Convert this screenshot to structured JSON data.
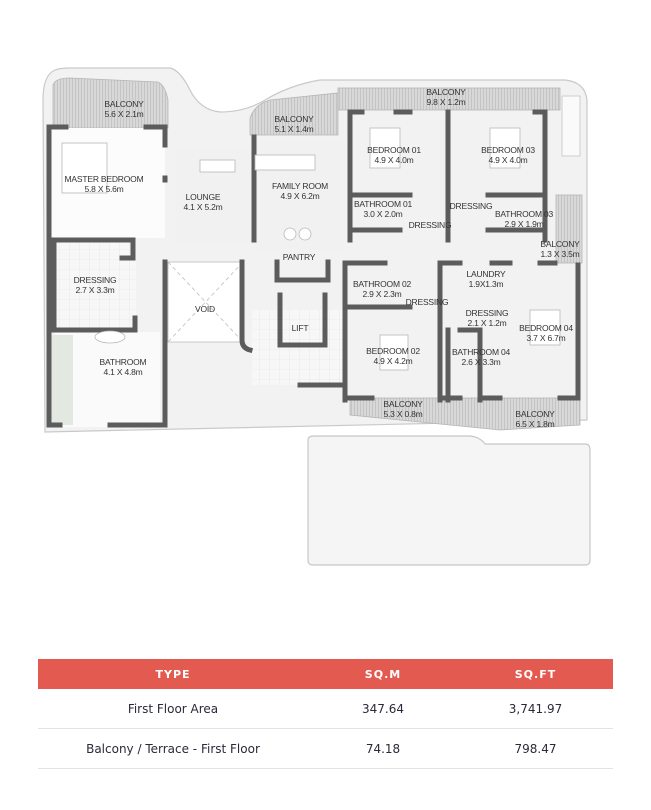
{
  "floor_plan": {
    "rooms": [
      {
        "id": "balcony-master",
        "name": "BALCONY",
        "size": "5.6 X 2.1m"
      },
      {
        "id": "master-bedroom",
        "name": "MASTER BEDROOM",
        "size": "5.8 X 5.6m"
      },
      {
        "id": "lounge",
        "name": "LOUNGE",
        "size": "4.1 X 5.2m"
      },
      {
        "id": "balcony-family",
        "name": "BALCONY",
        "size": "5.1 X 1.4m"
      },
      {
        "id": "family-room",
        "name": "FAMILY ROOM",
        "size": "4.9 X 6.2m"
      },
      {
        "id": "balcony-top",
        "name": "BALCONY",
        "size": "9.8 X 1.2m"
      },
      {
        "id": "bedroom-01",
        "name": "BEDROOM 01",
        "size": "4.9 X 4.0m"
      },
      {
        "id": "bedroom-03",
        "name": "BEDROOM 03",
        "size": "4.9 X 4.0m"
      },
      {
        "id": "bathroom-01",
        "name": "BATHROOM 01",
        "size": "3.0 X 2.0m"
      },
      {
        "id": "dressing-01",
        "name": "DRESSING",
        "size": ""
      },
      {
        "id": "dressing-03",
        "name": "DRESSING",
        "size": ""
      },
      {
        "id": "bathroom-03",
        "name": "BATHROOM 03",
        "size": "2.9 X 1.9m"
      },
      {
        "id": "balcony-east",
        "name": "BALCONY",
        "size": "1.3 X 3.5m"
      },
      {
        "id": "pantry",
        "name": "PANTRY",
        "size": ""
      },
      {
        "id": "dressing-master",
        "name": "DRESSING",
        "size": "2.7 X 3.3m"
      },
      {
        "id": "void",
        "name": "VOID",
        "size": ""
      },
      {
        "id": "lift",
        "name": "LIFT",
        "size": ""
      },
      {
        "id": "bathroom-master",
        "name": "BATHROOM",
        "size": "4.1 X 4.8m"
      },
      {
        "id": "bathroom-02",
        "name": "BATHROOM 02",
        "size": "2.9 X 2.3m"
      },
      {
        "id": "dressing-02",
        "name": "DRESSING",
        "size": ""
      },
      {
        "id": "laundry",
        "name": "LAUNDRY",
        "size": "1.9X1.3m"
      },
      {
        "id": "dressing-04",
        "name": "DRESSING",
        "size": "2.1 X 1.2m"
      },
      {
        "id": "bedroom-04",
        "name": "BEDROOM 04",
        "size": "3.7 X 6.7m"
      },
      {
        "id": "bedroom-02",
        "name": "BEDROOM 02",
        "size": "4.9 X 4.2m"
      },
      {
        "id": "bathroom-04",
        "name": "BATHROOM 04",
        "size": "2.6 X 3.3m"
      },
      {
        "id": "balcony-south",
        "name": "BALCONY",
        "size": "5.3 X 0.8m"
      },
      {
        "id": "balcony-southeast",
        "name": "BALCONY",
        "size": "6.5 X 1.8m"
      }
    ]
  },
  "area_table": {
    "headers": [
      "TYPE",
      "SQ.M",
      "SQ.FT"
    ],
    "rows": [
      {
        "type": "First Floor Area",
        "sqm": "347.64",
        "sqft": "3,741.97"
      },
      {
        "type": "Balcony / Terrace - First Floor",
        "sqm": "74.18",
        "sqft": "798.47"
      }
    ],
    "header_color": "#e35a50"
  }
}
